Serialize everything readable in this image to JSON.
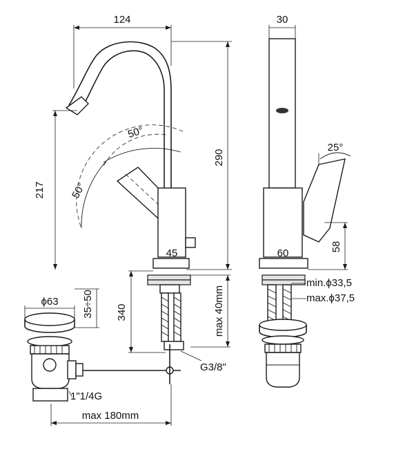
{
  "dimensions": {
    "spout_width": "124",
    "body_depth": "30",
    "total_height": "290",
    "spout_height": "217",
    "lever_angle_a": "50°",
    "lever_angle_b": "50°",
    "side_angle": "25°",
    "base_width": "45",
    "side_base": "60",
    "side_height": "58",
    "hole_min": "min.ϕ33,5",
    "hole_max": "max.ϕ37,5",
    "drain_diameter": "ϕ63",
    "drain_stroke": "35÷50",
    "hose_length": "340",
    "deck_thickness": "max 40mm",
    "connection": "G3/8\"",
    "drain_thread": "1\"1/4G",
    "rod_length": "max 180mm"
  }
}
